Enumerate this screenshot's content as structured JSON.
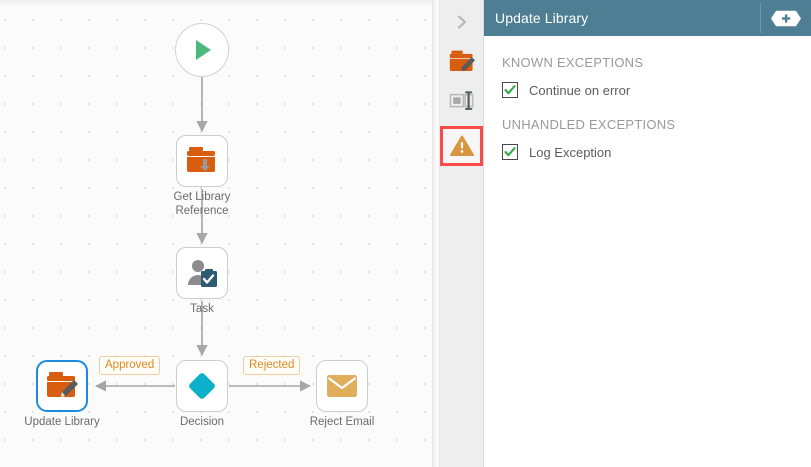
{
  "canvas": {
    "nodes": [
      {
        "id": "start",
        "label": "",
        "icon": "play-icon",
        "shape": "circle",
        "selected": false
      },
      {
        "id": "get-library-reference",
        "label": "Get Library\nReference",
        "icon": "folder-reference-icon",
        "shape": "rounded-square",
        "selected": false
      },
      {
        "id": "task",
        "label": "Task",
        "icon": "user-task-icon",
        "shape": "rounded-square",
        "selected": false
      },
      {
        "id": "update-library",
        "label": "Update Library",
        "icon": "folder-edit-icon",
        "shape": "rounded-square",
        "selected": true
      },
      {
        "id": "decision",
        "label": "Decision",
        "icon": "diamond-icon",
        "shape": "rounded-square",
        "selected": false
      },
      {
        "id": "reject-email",
        "label": "Reject Email",
        "icon": "envelope-icon",
        "shape": "rounded-square",
        "selected": false
      }
    ],
    "edge_labels": [
      {
        "id": "approved",
        "text": "Approved"
      },
      {
        "id": "rejected",
        "text": "Rejected"
      }
    ],
    "colors": {
      "start_green": "#4cb87a",
      "folder_orange": "#d95d0e",
      "diamond_teal": "#0cb0ca",
      "envelope_amber": "#e0ad5a",
      "selected_blue": "#1c8ade",
      "edge_gray": "#a6a6a6",
      "label_orange": "#e08a1e"
    }
  },
  "icon_strip": {
    "items": [
      {
        "id": "collapse",
        "icon": "chevron-right-icon",
        "active": false
      },
      {
        "id": "general",
        "icon": "folder-edit-icon",
        "active": false
      },
      {
        "id": "properties",
        "icon": "form-field-icon",
        "active": false
      },
      {
        "id": "exceptions",
        "icon": "warning-triangle-icon",
        "active": true
      }
    ],
    "highlight_color": "#fa4b4b"
  },
  "panel": {
    "header": {
      "title": "Update Library",
      "background": "#4d7e93",
      "action_icon": "add-hexagon-icon"
    },
    "sections": [
      {
        "id": "known-exceptions",
        "title": "KNOWN EXCEPTIONS",
        "options": [
          {
            "id": "continue-on-error",
            "label": "Continue on error",
            "checked": true
          }
        ]
      },
      {
        "id": "unhandled-exceptions",
        "title": "UNHANDLED EXCEPTIONS",
        "options": [
          {
            "id": "log-exception",
            "label": "Log Exception",
            "checked": true
          }
        ]
      }
    ],
    "check_color": "#35a94a"
  }
}
